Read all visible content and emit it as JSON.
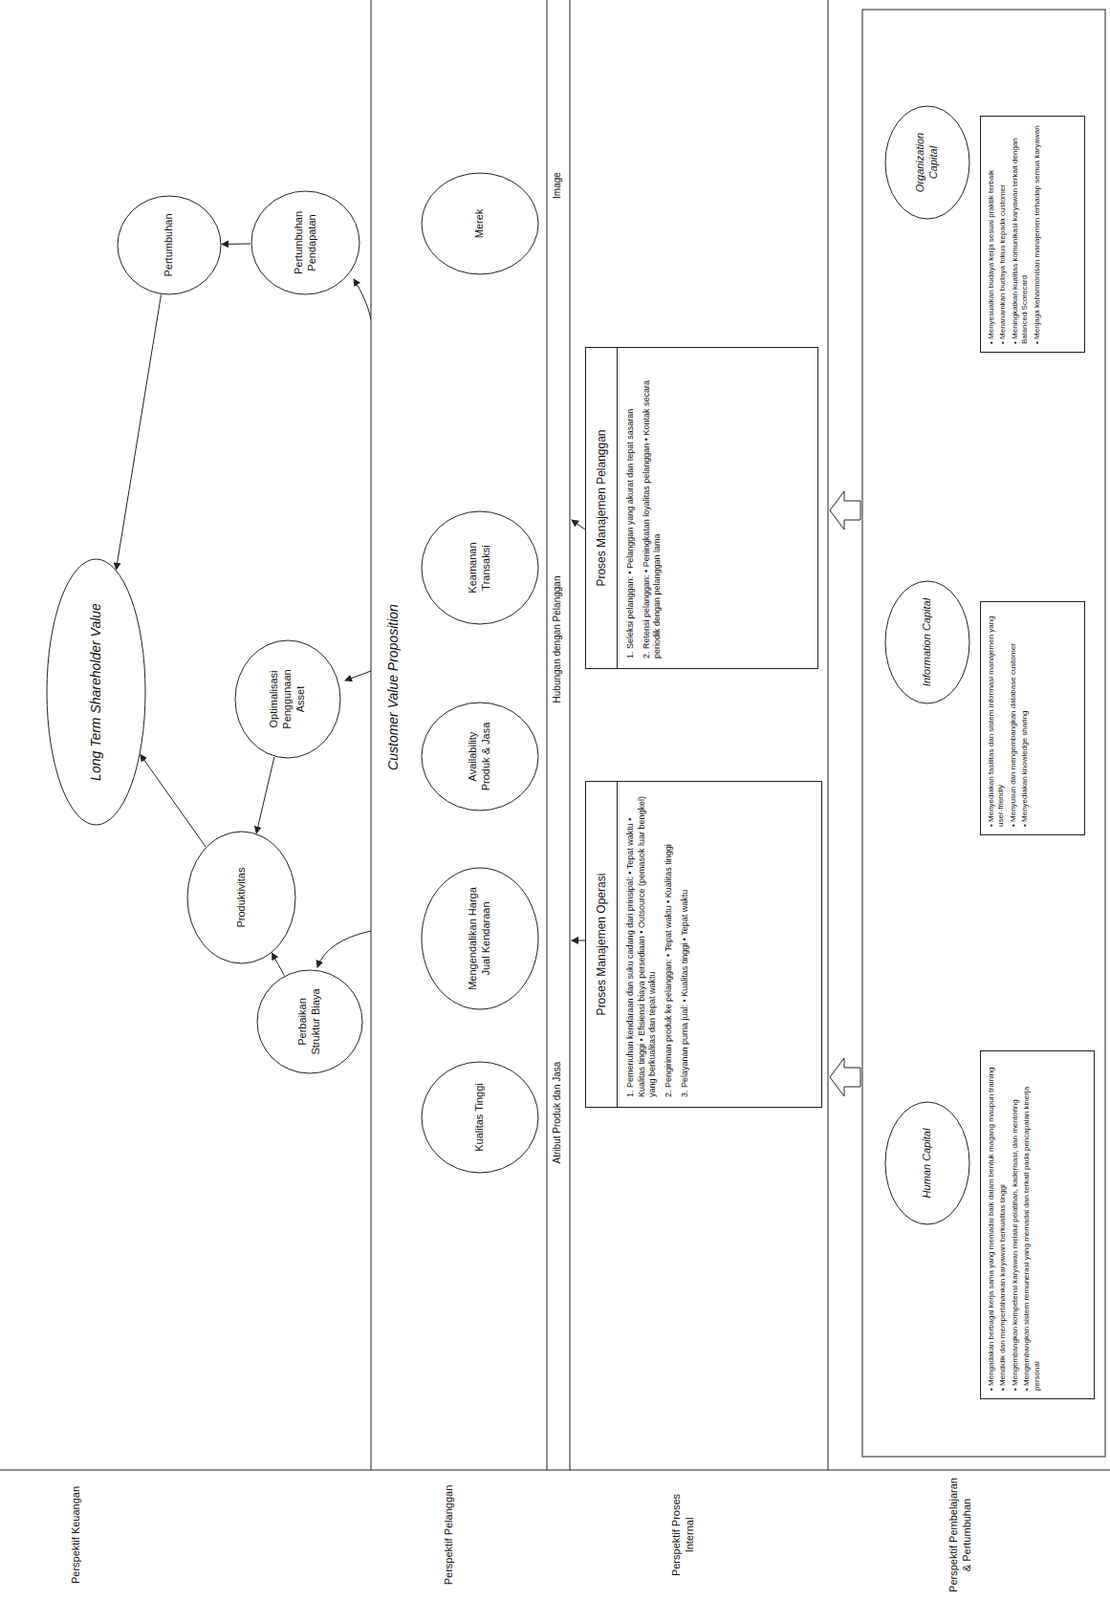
{
  "diagram": {
    "nodes": [
      {
        "text": [
          "Long Term Shareholder Value"
        ]
      },
      {
        "text": [
          "Pertumbuhan"
        ]
      },
      {
        "text": [
          "Pertumbuhan Pendapatan"
        ]
      },
      {
        "text": [
          "Produktivitas"
        ]
      },
      {
        "text": [
          "Optimalisasi Penggunaan Asset"
        ]
      },
      {
        "text": [
          "Perbaikan Struktur Biaya"
        ]
      },
      {
        "text": [
          "Kualitas Tinggi"
        ]
      },
      {
        "text": [
          "Mengendalikan Harga Jual Kendaraan"
        ]
      },
      {
        "text": [
          "Availability Produk & Jasa"
        ]
      },
      {
        "text": [
          "Keamanan Transaksi"
        ]
      },
      {
        "text": [
          "Merek"
        ]
      },
      {
        "text": [
          "Proses Manajemen Operasi",
          "1. Pemenuhan kendaraan dan suku cadang dari prinsipal: • Tepat waktu • Kualitas tinggi • Efisiensi biaya persediaan • Outsource (pemasok luar bengkel) yang berkualitas dan tepat waktu",
          "2. Pengiriman produk ke pelanggan: • Tepat waktu • Kualitas tinggi",
          "3. Pelayanan purna jual: • Kualitas tinggi • Tepat waktu"
        ]
      },
      {
        "text": [
          "Proses Manajemen Pelanggan",
          "1. Seleksi pelanggan: • Pelanggan yang akurat dan tepat sasaran",
          "2. Retensi pelanggan: • Peningkatan loyalitas pelanggan • Kontak secara periodik dengan pelanggan lama"
        ]
      },
      {
        "text": [
          "Human Capital"
        ]
      },
      {
        "text": [
          "• Mengadakan berbagai kerja sama yang memadai baik dalam bentuk magang maupun training",
          "• Mendidik dan mempertahankan karyawan berkualitas tinggi",
          "• Mengembangkan kompetensi karyawan melalui pelatihan, kaderisasi, dan mentoring",
          "• Mengembangkan sistem remunerasi yang memadai dan terkait pada pencapaian kinerja personal"
        ]
      },
      {
        "text": [
          "Information Capital"
        ]
      },
      {
        "text": [
          "• Menyediakan fasilitas dan sistem informasi manajemen yang user-friendly",
          "• Menyusun dan mengembangkan database customer",
          "• Menyediakan knowledge sharing"
        ]
      },
      {
        "text": [
          "Organization Capital"
        ]
      },
      {
        "text": [
          "• Menyesuaikan budaya kerja sesuai praktik terbaik",
          "• Menanamkan budaya fokus kepada customer",
          "• Meningkatkan kualitas komunikasi karyawan terkait dengan Balanced Scorecard",
          "• Menjaga keharmonisan manajemen terhadap semua karyawan"
        ]
      }
    ],
    "edges": [
      {
        "from": 3,
        "to": 0,
        "arrow": "to"
      },
      {
        "from": 1,
        "to": 0,
        "arrow": "to"
      },
      {
        "from": 2,
        "to": 1,
        "arrow": "to"
      },
      {
        "from": 5,
        "to": 3,
        "arrow": "to"
      },
      {
        "from": 4,
        "to": 3,
        "arrow": "to"
      }
    ],
    "labels": [
      "Perspektif Keuangan",
      "Perspektif Pelanggan",
      "Perspektif Proses Internal",
      "Perspektif Pembelajaran & Pertumbuhan",
      "Customer Value Proposition",
      "Atribut Produk dan Jasa",
      "Hubungan dengan Pelanggan",
      "Image"
    ]
  }
}
